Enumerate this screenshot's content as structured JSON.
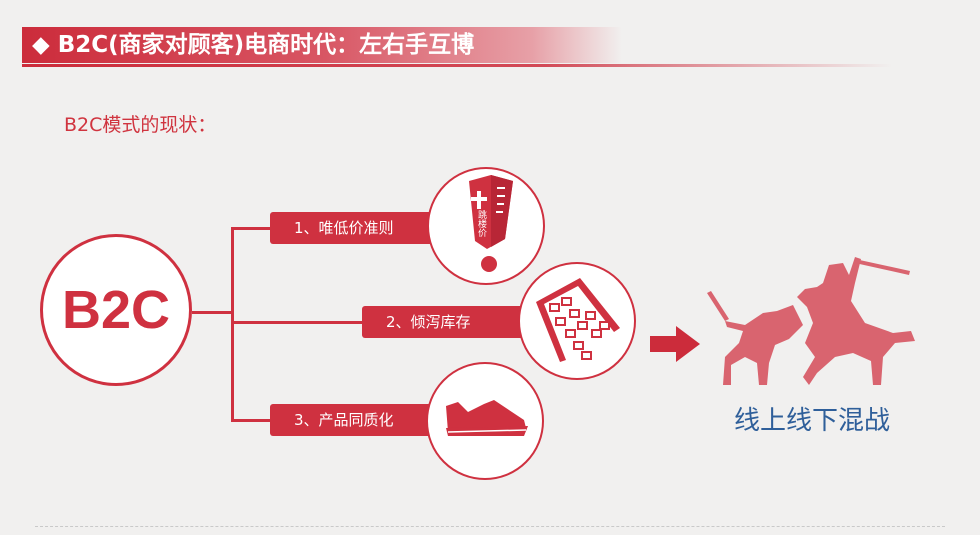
{
  "header": {
    "title": "◆ B2C(商家对顾客)电商时代：左右手互博"
  },
  "subtitle": "B2C模式的现状：",
  "center_node": {
    "label": "B2C"
  },
  "branches": [
    {
      "label": "1、唯低价准则",
      "icon": "building-price-icon",
      "icon_text": "跳楼价"
    },
    {
      "label": "2、倾泻库存",
      "icon": "pouring-boxes-icon"
    },
    {
      "label": "3、产品同质化",
      "icon": "sneaker-icon"
    }
  ],
  "result": {
    "label": "线上线下混战",
    "icon": "warriors-battle-icon"
  },
  "colors": {
    "accent": "#cf3140",
    "result_text": "#2f5f9a",
    "silhouette": "#d9646f",
    "background": "#f1f0ef"
  }
}
